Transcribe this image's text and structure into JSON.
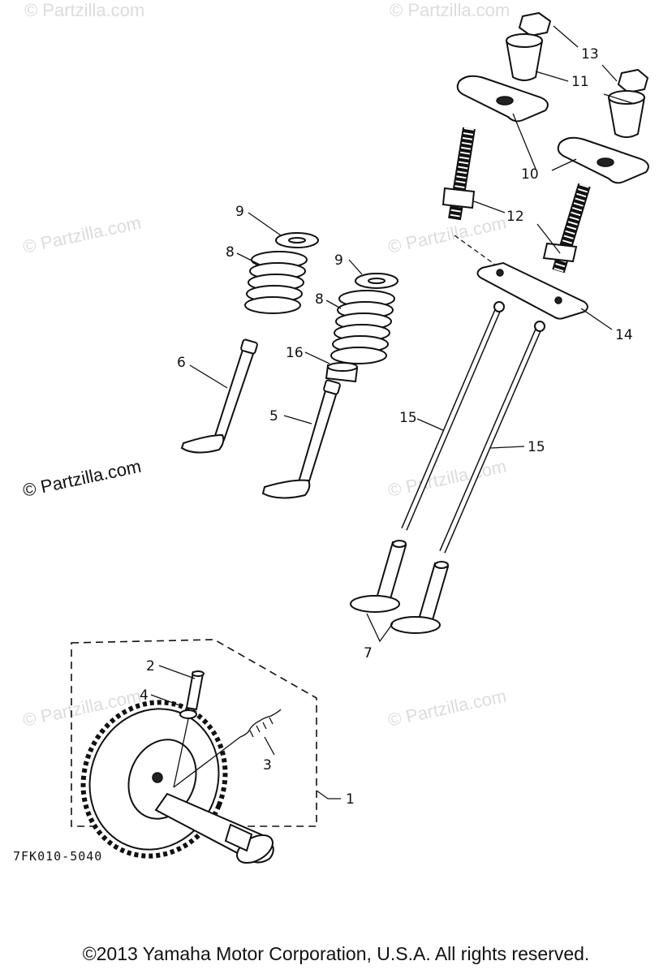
{
  "diagram": {
    "part_code": "7FK010-5040",
    "copyright": "©2013 Yamaha Motor Corporation, U.S.A. All rights reserved.",
    "watermark": "© Partzilla.com",
    "callouts": {
      "c1": "1",
      "c2": "2",
      "c3": "3",
      "c4": "4",
      "c5": "5",
      "c6": "6",
      "c7": "7",
      "c8a": "8",
      "c8b": "8",
      "c9a": "9",
      "c9b": "9",
      "c10": "10",
      "c11": "11",
      "c12": "12",
      "c13": "13",
      "c14": "14",
      "c15a": "15",
      "c15b": "15",
      "c16": "16"
    }
  }
}
